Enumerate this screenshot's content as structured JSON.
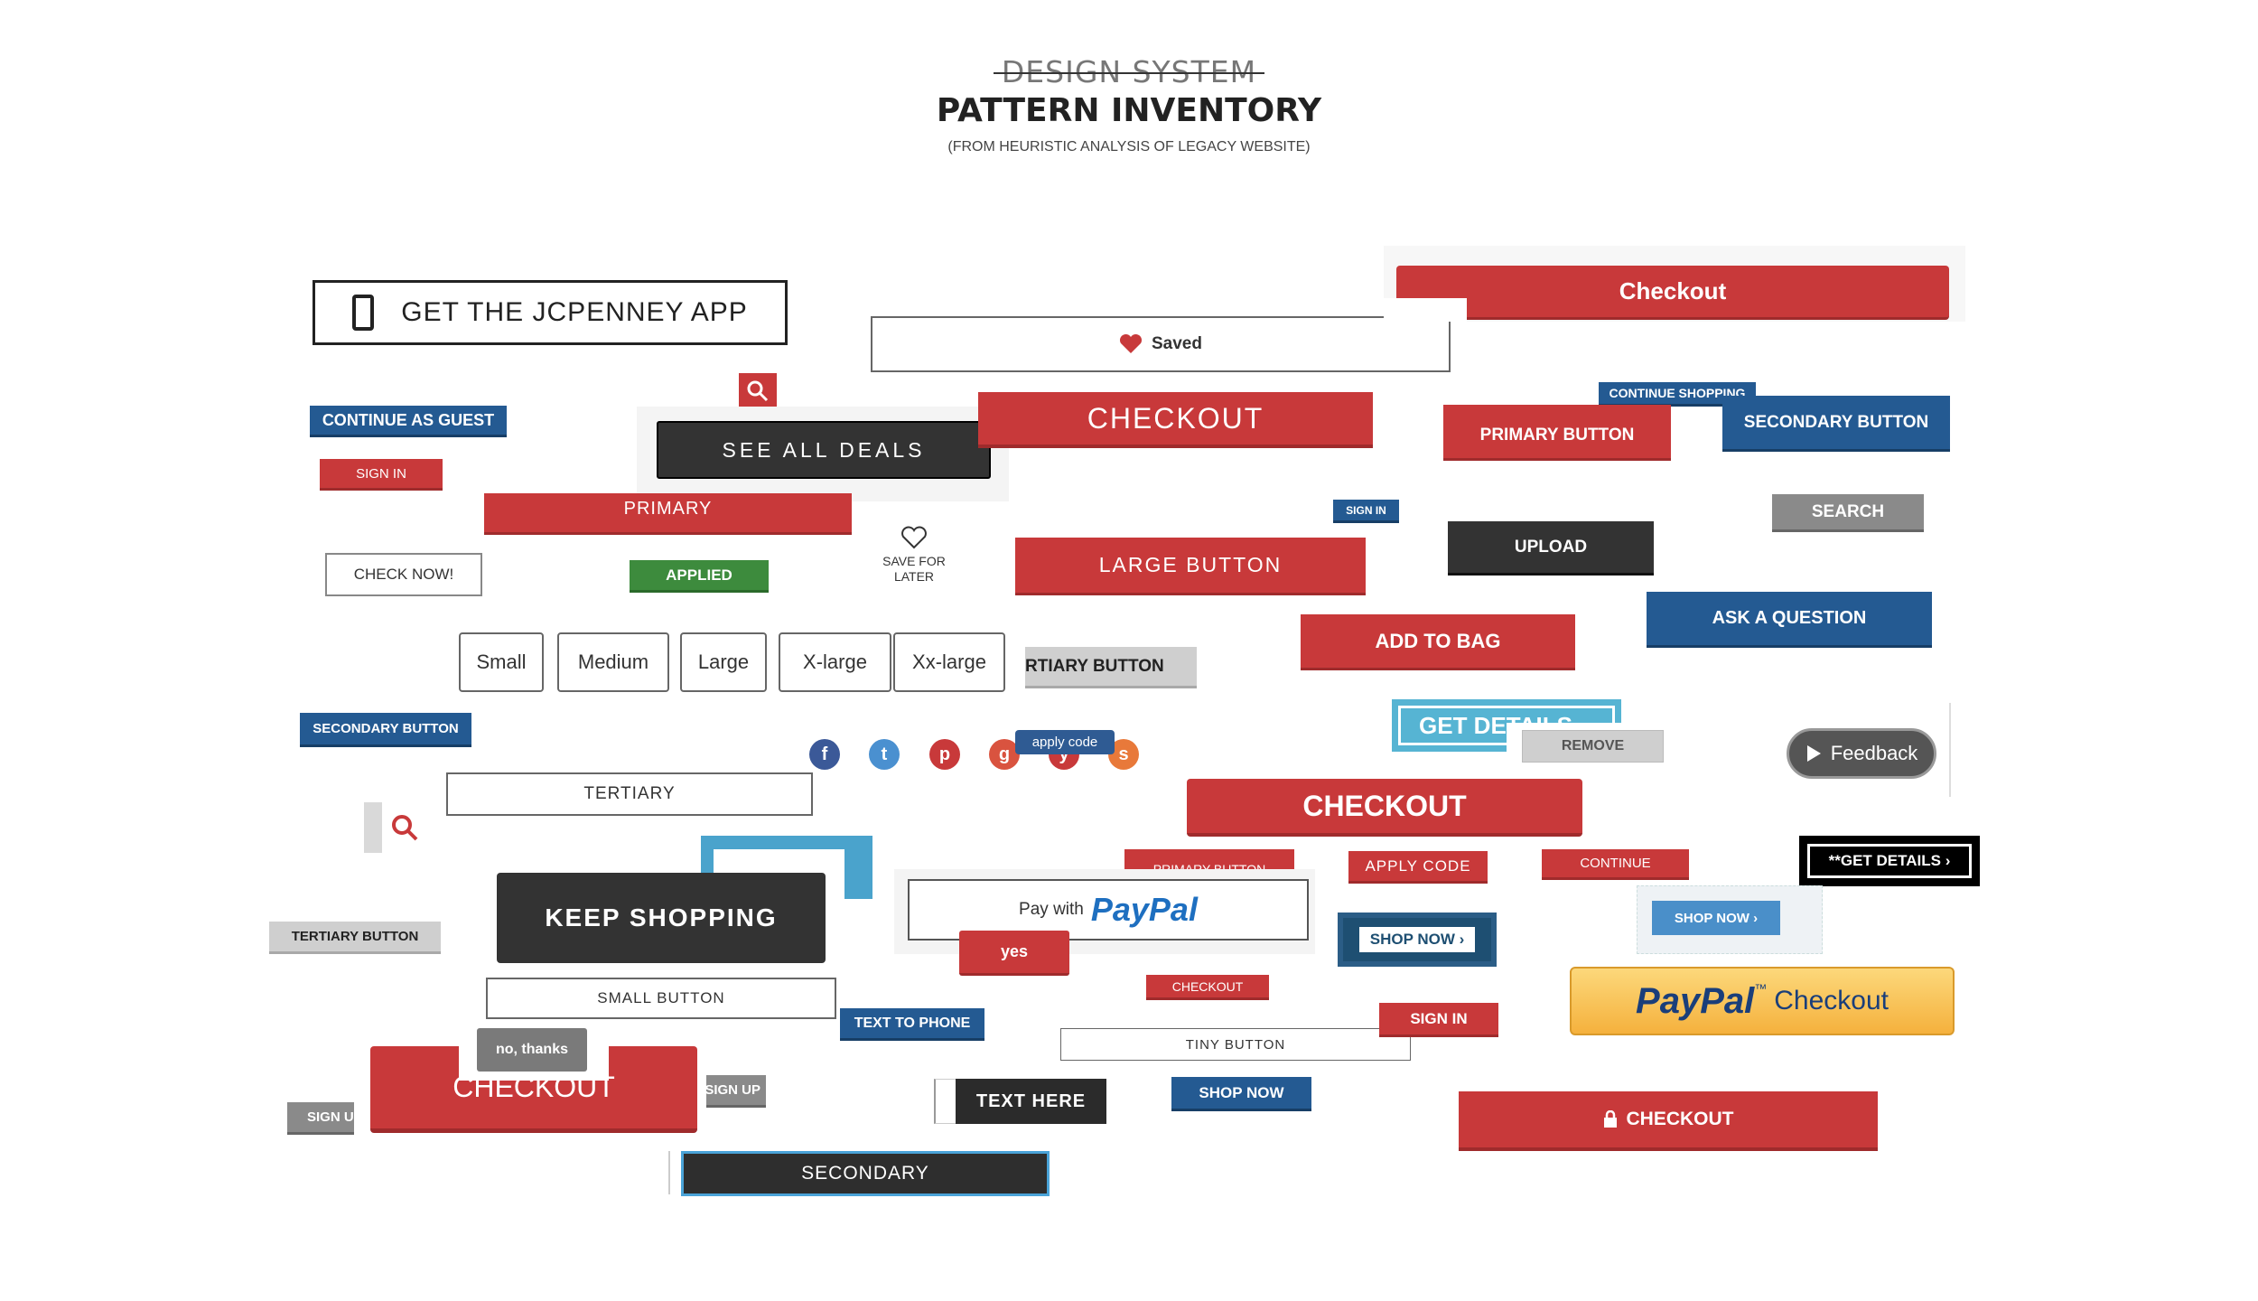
{
  "header": {
    "struck_title": "DESIGN SYSTEM",
    "title": "PATTERN INVENTORY",
    "subtitle": "(FROM HEURISTIC ANALYSIS OF LEGACY WEBSITE)"
  },
  "buttons": {
    "get_app": "GET THE JCPENNEY APP",
    "continue_guest": "CONTINUE AS GUEST",
    "sign_in_small": "SIGN IN",
    "see_all_deals": "SEE ALL DEALS",
    "primary": "PRIMARY",
    "check_now": "CHECK NOW!",
    "applied": "APPLIED",
    "save_for_later": "SAVE FOR LATER",
    "saved": "Saved",
    "checkout_top_mid": "CHECKOUT",
    "large_button": "LARGE BUTTON",
    "checkout_top_right": "Checkout",
    "continue_shopping": "CONTINUE SHOPPING",
    "primary_button": "PRIMARY BUTTON",
    "secondary_button_top": "SECONDARY BUTTON",
    "sign_in_tiny": "SIGN IN",
    "upload": "UPLOAD",
    "search": "SEARCH",
    "ask_question": "ASK A QUESTION",
    "add_to_bag": "ADD TO BAG",
    "tertiary_button_cut": "RTIARY BUTTON",
    "get_details_cut": "GET DETAILS",
    "remove": "REMOVE",
    "feedback": "Feedback",
    "secondary_button_left": "SECONDARY BUTTON",
    "apply_code_tag": "apply code",
    "tertiary": "TERTIARY",
    "checkout_big": "CHECKOUT",
    "primary_button_small": "PRIMARY BUTTON",
    "apply_code": "APPLY CODE",
    "continue": "CONTINUE",
    "get_details_black": "**GET DETAILS ›",
    "keep_shopping": "KEEP SHOPPING",
    "pay_with": "Pay with",
    "paypal": "PayPal",
    "yes": "yes",
    "shop_now_dark": "SHOP NOW ›",
    "shop_now_light": "SHOP NOW ›",
    "tertiary_button_left": "TERTIARY BUTTON",
    "small_button": "SMALL BUTTON",
    "checkout_small": "CHECKOUT",
    "paypal_checkout_brand": "PayPal",
    "paypal_checkout_tm": "™",
    "paypal_checkout_word": "Checkout",
    "no_thanks": "no, thanks",
    "checkout_bottom_left": "CHECKOUT",
    "sign_up": "SIGN UP",
    "text_to_phone": "TEXT TO PHONE",
    "tiny_button": "TINY BUTTON",
    "sign_in_red": "SIGN IN",
    "sign_up_grey": "SIGN U",
    "text_here": "TEXT HERE",
    "shop_now_blue": "SHOP NOW",
    "checkout_lock": "CHECKOUT",
    "secondary": "SECONDARY"
  },
  "sizes": [
    "Small",
    "Medium",
    "Large",
    "X-large",
    "Xx-large"
  ],
  "social": {
    "facebook": "f",
    "twitter": "t",
    "pinterest": "p",
    "google": "g",
    "youtube": "y",
    "stumbleupon": "s"
  },
  "colors": {
    "red": "#c8393a",
    "blue": "#245a92",
    "dark": "#333333",
    "green": "#3d8b3d",
    "cyan": "#56b4d3",
    "paypal_yellow": "#f5b13d"
  },
  "icons": [
    "phone-icon",
    "search-icon",
    "heart-icon",
    "heart-outline-icon",
    "lock-icon",
    "play-icon"
  ]
}
